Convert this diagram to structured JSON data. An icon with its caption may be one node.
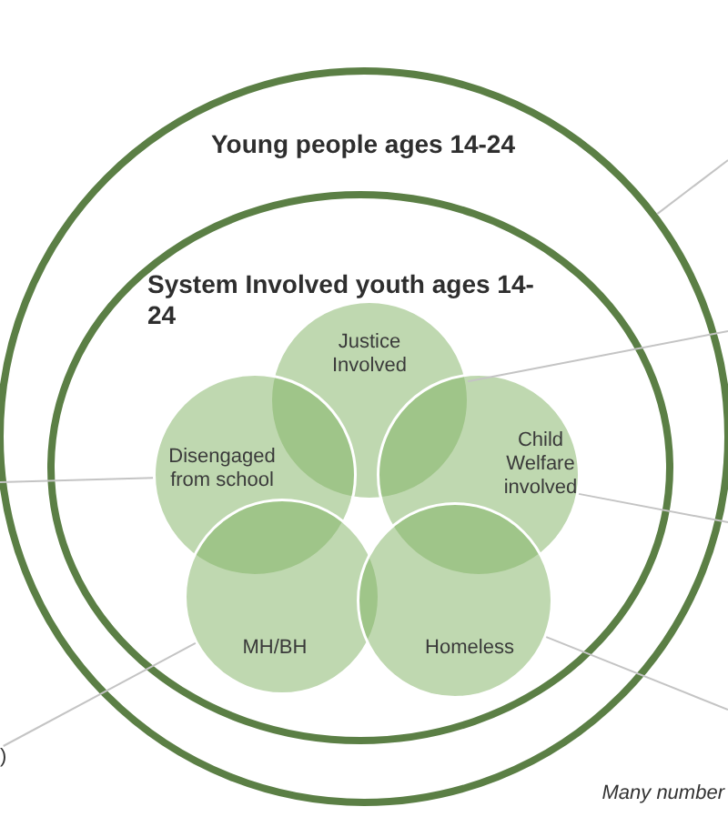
{
  "diagram": {
    "nodes": [
      {
        "text": [
          "Young people ages 14-24"
        ]
      },
      {
        "text": [
          "System Involved youth ages 14-24"
        ],
        "in": 0
      },
      {
        "text": [
          "Justice Involved"
        ],
        "in": 1
      },
      {
        "text": [
          "Disengaged from school"
        ],
        "in": 1
      },
      {
        "text": [
          "Child Welfare involved"
        ],
        "in": 1
      },
      {
        "text": [
          "MH/BH"
        ],
        "in": 1
      },
      {
        "text": [
          "Homeless"
        ],
        "in": 1
      },
      {
        "text": [
          ")"
        ]
      }
    ],
    "edges": [
      {
        "from": null,
        "to": 0,
        "arrow": "none"
      },
      {
        "from": null,
        "to": 2,
        "arrow": "none"
      },
      {
        "from": null,
        "to": 3,
        "arrow": "none"
      },
      {
        "from": null,
        "to": 4,
        "arrow": "none"
      },
      {
        "from": null,
        "to": 6,
        "arrow": "none"
      },
      {
        "from": 7,
        "to": 5,
        "arrow": "none"
      }
    ],
    "labels": [
      "Many number"
    ]
  }
}
